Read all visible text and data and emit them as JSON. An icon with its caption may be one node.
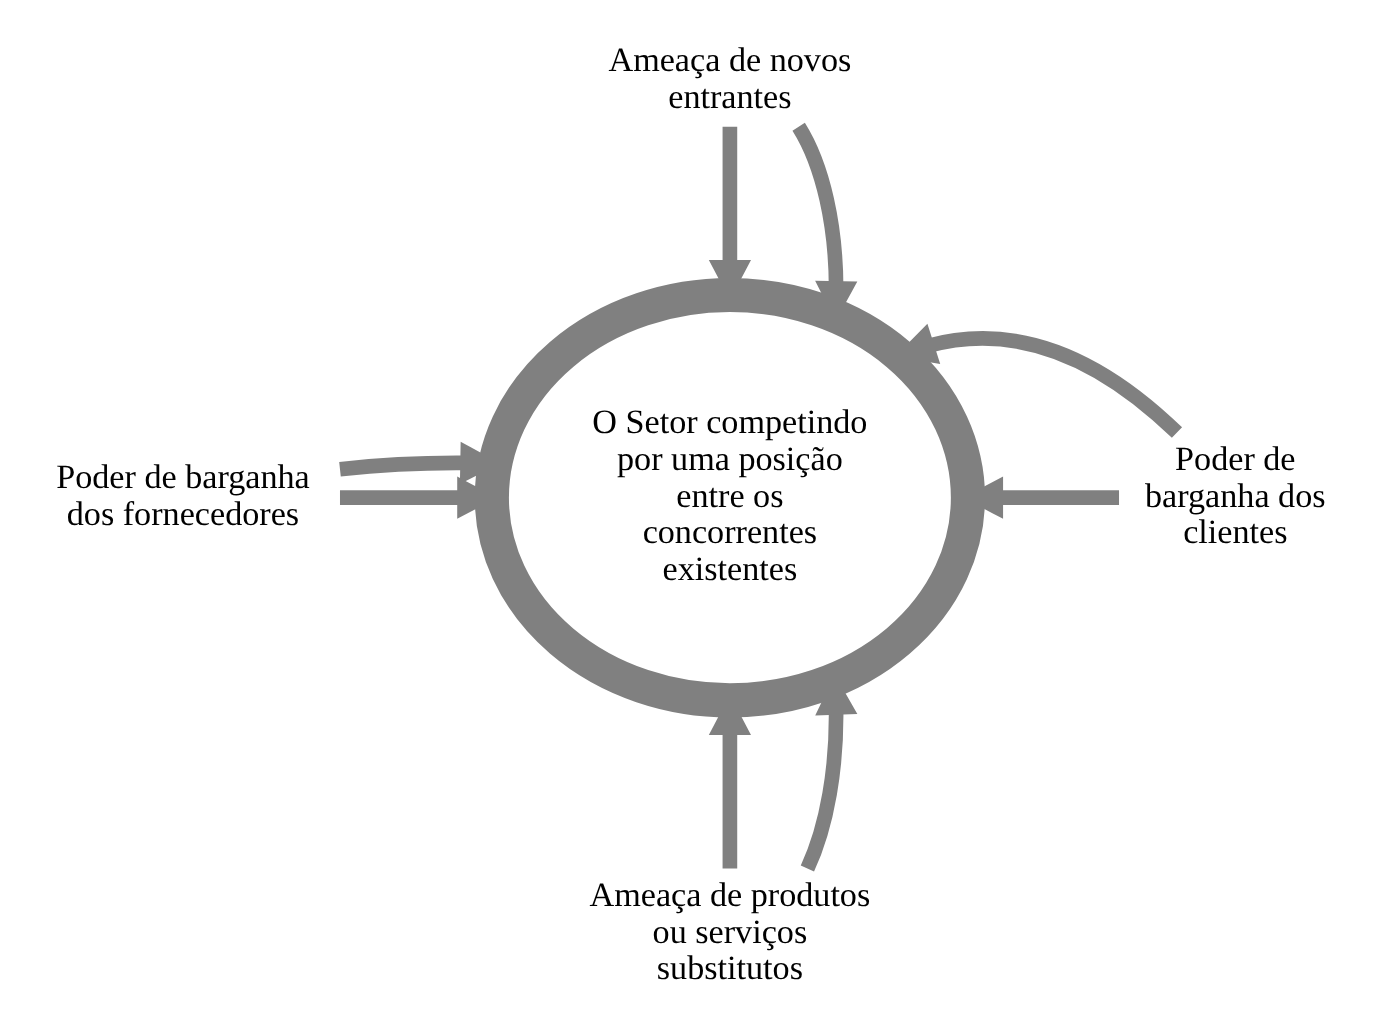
{
  "diagram": {
    "nodes": [
      {
        "text": [
          "Ameaça de novos entrantes"
        ]
      },
      {
        "text": [
          "Poder de barganha dos fornecedores"
        ]
      },
      {
        "text": [
          "O Setor competindo por uma posição entre os concorrentes existentes"
        ]
      },
      {
        "text": [
          "Poder de barganha dos clientes"
        ]
      },
      {
        "text": [
          "Ameaça de produtos ou serviços substitutos"
        ]
      }
    ],
    "edges": [
      {
        "from": 0,
        "to": 2,
        "arrow": "to"
      },
      {
        "from": 0,
        "to": 2,
        "arrow": "to"
      },
      {
        "from": 1,
        "to": 2,
        "arrow": "to"
      },
      {
        "from": 1,
        "to": 2,
        "arrow": "to"
      },
      {
        "from": 3,
        "to": 2,
        "arrow": "to"
      },
      {
        "from": 3,
        "to": 2,
        "arrow": "to"
      },
      {
        "from": 4,
        "to": 2,
        "arrow": "to"
      },
      {
        "from": 4,
        "to": 2,
        "arrow": "to"
      }
    ]
  }
}
